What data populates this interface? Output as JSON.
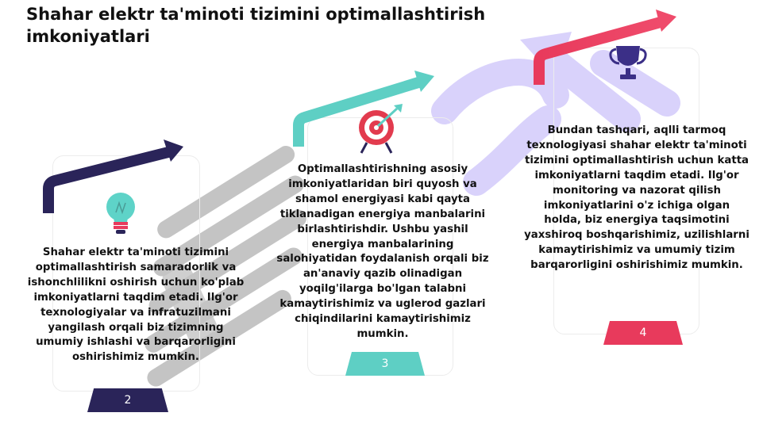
{
  "title": "Shahar elektr ta'minoti tizimini optimallashtirish imkoniyatlari",
  "steps": [
    {
      "number": "2",
      "icon": "lightbulb-icon",
      "color": "#2a2459",
      "text": "Shahar elektr ta'minoti tizimini optimallashtirish samaradorlik va ishonchlilikni oshirish uchun ko'plab imkoniyatlarni taqdim etadi. Ilg'or texnologiyalar va infratuzilmani yangilash orqali biz tizimning umumiy ishlashi va barqarorligini oshirishimiz mumkin."
    },
    {
      "number": "3",
      "icon": "target-icon",
      "color": "#5ecfc4",
      "text": "Optimallashtirishning asosiy imkoniyatlaridan biri quyosh va shamol energiyasi kabi qayta tiklanadigan energiya manbalarini birlashtirishdir. Ushbu yashil energiya manbalarining salohiyatidan foydalanish orqali biz an'anaviy qazib olinadigan yoqilg'ilarga bo'lgan talabni kamaytirishimiz va uglerod gazlari chiqindilarini kamaytirishimiz mumkin."
    },
    {
      "number": "4",
      "icon": "trophy-icon",
      "color": "#e83a5c",
      "text": "Bundan tashqari, aqlli tarmoq texnologiyasi shahar elektr ta'minoti tizimini optimallashtirish uchun katta imkoniyatlarni taqdim etadi. Ilg'or monitoring va nazorat qilish imkoniyatlarini o'z ichiga olgan holda, biz energiya taqsimotini yaxshiroq boshqarishimiz, uzilishlarni kamaytirishimiz va umumiy tizim barqarorligini oshirishimiz mumkin."
    }
  ]
}
